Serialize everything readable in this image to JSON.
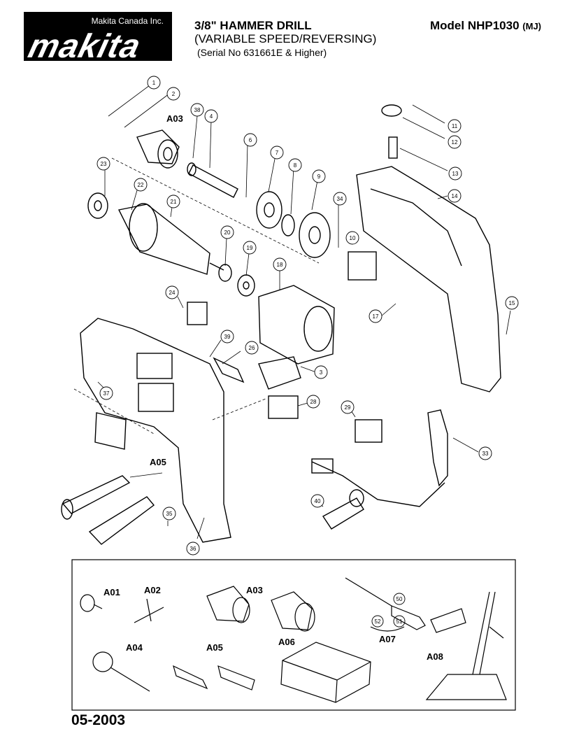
{
  "brand": {
    "distributor": "Makita Canada Inc.",
    "logo_text": "makita"
  },
  "header": {
    "title": "3/8\" HAMMER DRILL",
    "subtitle": "(VARIABLE SPEED/REVERSING)",
    "serial": "(Serial No 631661E & Higher)",
    "model_prefix": "Model NHP1030",
    "model_suffix": "(MJ)"
  },
  "callouts": [
    "1",
    "2",
    "38",
    "4",
    "6",
    "7",
    "8",
    "9",
    "34",
    "10",
    "11",
    "12",
    "13",
    "14",
    "23",
    "22",
    "21",
    "20",
    "19",
    "18",
    "24",
    "17",
    "15",
    "39",
    "26",
    "3",
    "37",
    "28",
    "29",
    "33",
    "A05",
    "35",
    "36",
    "40",
    "A03",
    "50",
    "51",
    "52"
  ],
  "accessory_codes": [
    "A01",
    "A02",
    "A03",
    "A04",
    "A05",
    "A06",
    "A07",
    "A08"
  ],
  "footer": {
    "date": "05-2003"
  }
}
